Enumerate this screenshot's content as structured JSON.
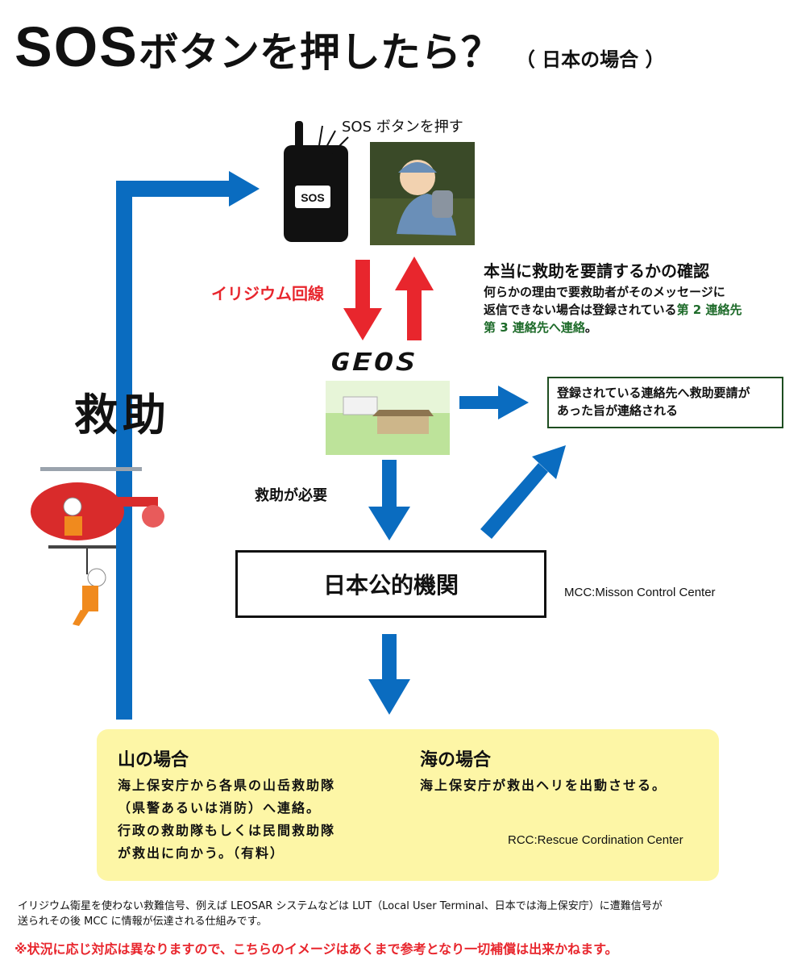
{
  "title": {
    "main": "SOS",
    "mid": "ボタンを押したら？",
    "sub": "（ 日本の場合 ）"
  },
  "labels": {
    "sos_press": "SOS ボタンを押す",
    "device_text": "SOS",
    "iridium": "イリジウム回線",
    "rescue": "救助",
    "geos_logo": "GEOS",
    "need_rescue": "救助が必要",
    "agency": "日本公的機関",
    "mcc_note": "MCC:Misson Control Center"
  },
  "confirm": {
    "title": "本当に救助を要請するかの確認",
    "line1": "何らかの理由で要救助者がそのメッセージに",
    "line2_a": "返信できない場合は登録されている",
    "line2_b": "第 2 連絡先",
    "line3_a": "第 3 連絡先へ連絡",
    "line3_b": "。"
  },
  "contact_box": {
    "line1": "登録されている連絡先へ救助要請が",
    "line2": "あった旨が連絡される"
  },
  "mountain": {
    "title": "山の場合",
    "lines": [
      "海上保安庁から各県の山岳救助隊",
      "（県警あるいは消防）へ連絡。",
      "行政の救助隊もしくは民間救助隊",
      "が救出に向かう。（有料）"
    ]
  },
  "sea": {
    "title": "海の場合",
    "line1": "海上保安庁が救出ヘリを出動させる。"
  },
  "rcc_note": "RCC:Rescue Cordination Center",
  "footnote": {
    "line1": "イリジウム衛星を使わない救難信号、例えば LEOSAR システムなどは LUT（Local User Terminal、日本では海上保安庁）に遭難信号が",
    "line2": "送られその後 MCC に情報が伝達される仕組みです。"
  },
  "disclaimer": "※状況に応じ対応は異なりますので、こちらのイメージはあくまで参考となり一切補償は出来かねます。",
  "colors": {
    "blue_arrow": "#0a6cc0",
    "red_arrow": "#e8262d",
    "yellow_box": "#fdf6a6",
    "green_text": "#1e6b2a"
  }
}
